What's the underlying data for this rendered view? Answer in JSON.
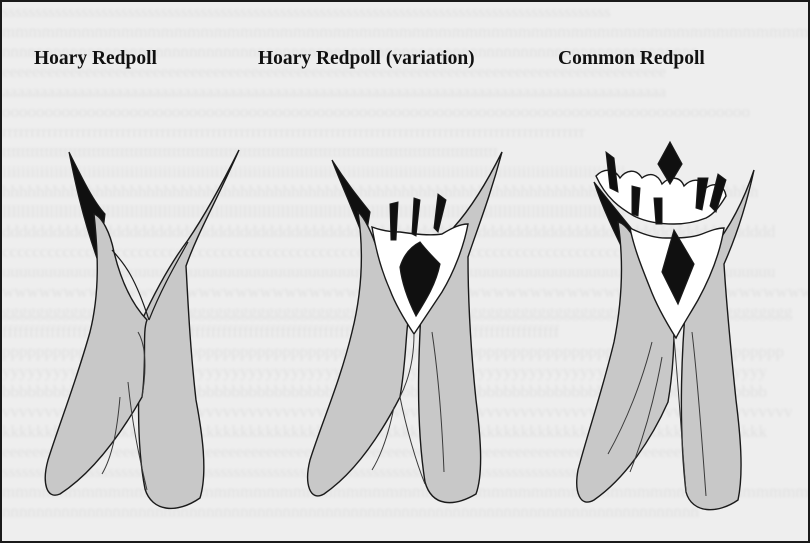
{
  "figure": {
    "labels": {
      "hoary": "Hoary Redpoll",
      "hoary_variation": "Hoary Redpoll (variation)",
      "common": "Common Redpoll"
    }
  },
  "colors": {
    "background": "#eeeeee",
    "feather_fill": "#c8c8c8",
    "white_edge": "#ffffff",
    "dark_center": "#101010",
    "outline": "#1a1a1a"
  }
}
